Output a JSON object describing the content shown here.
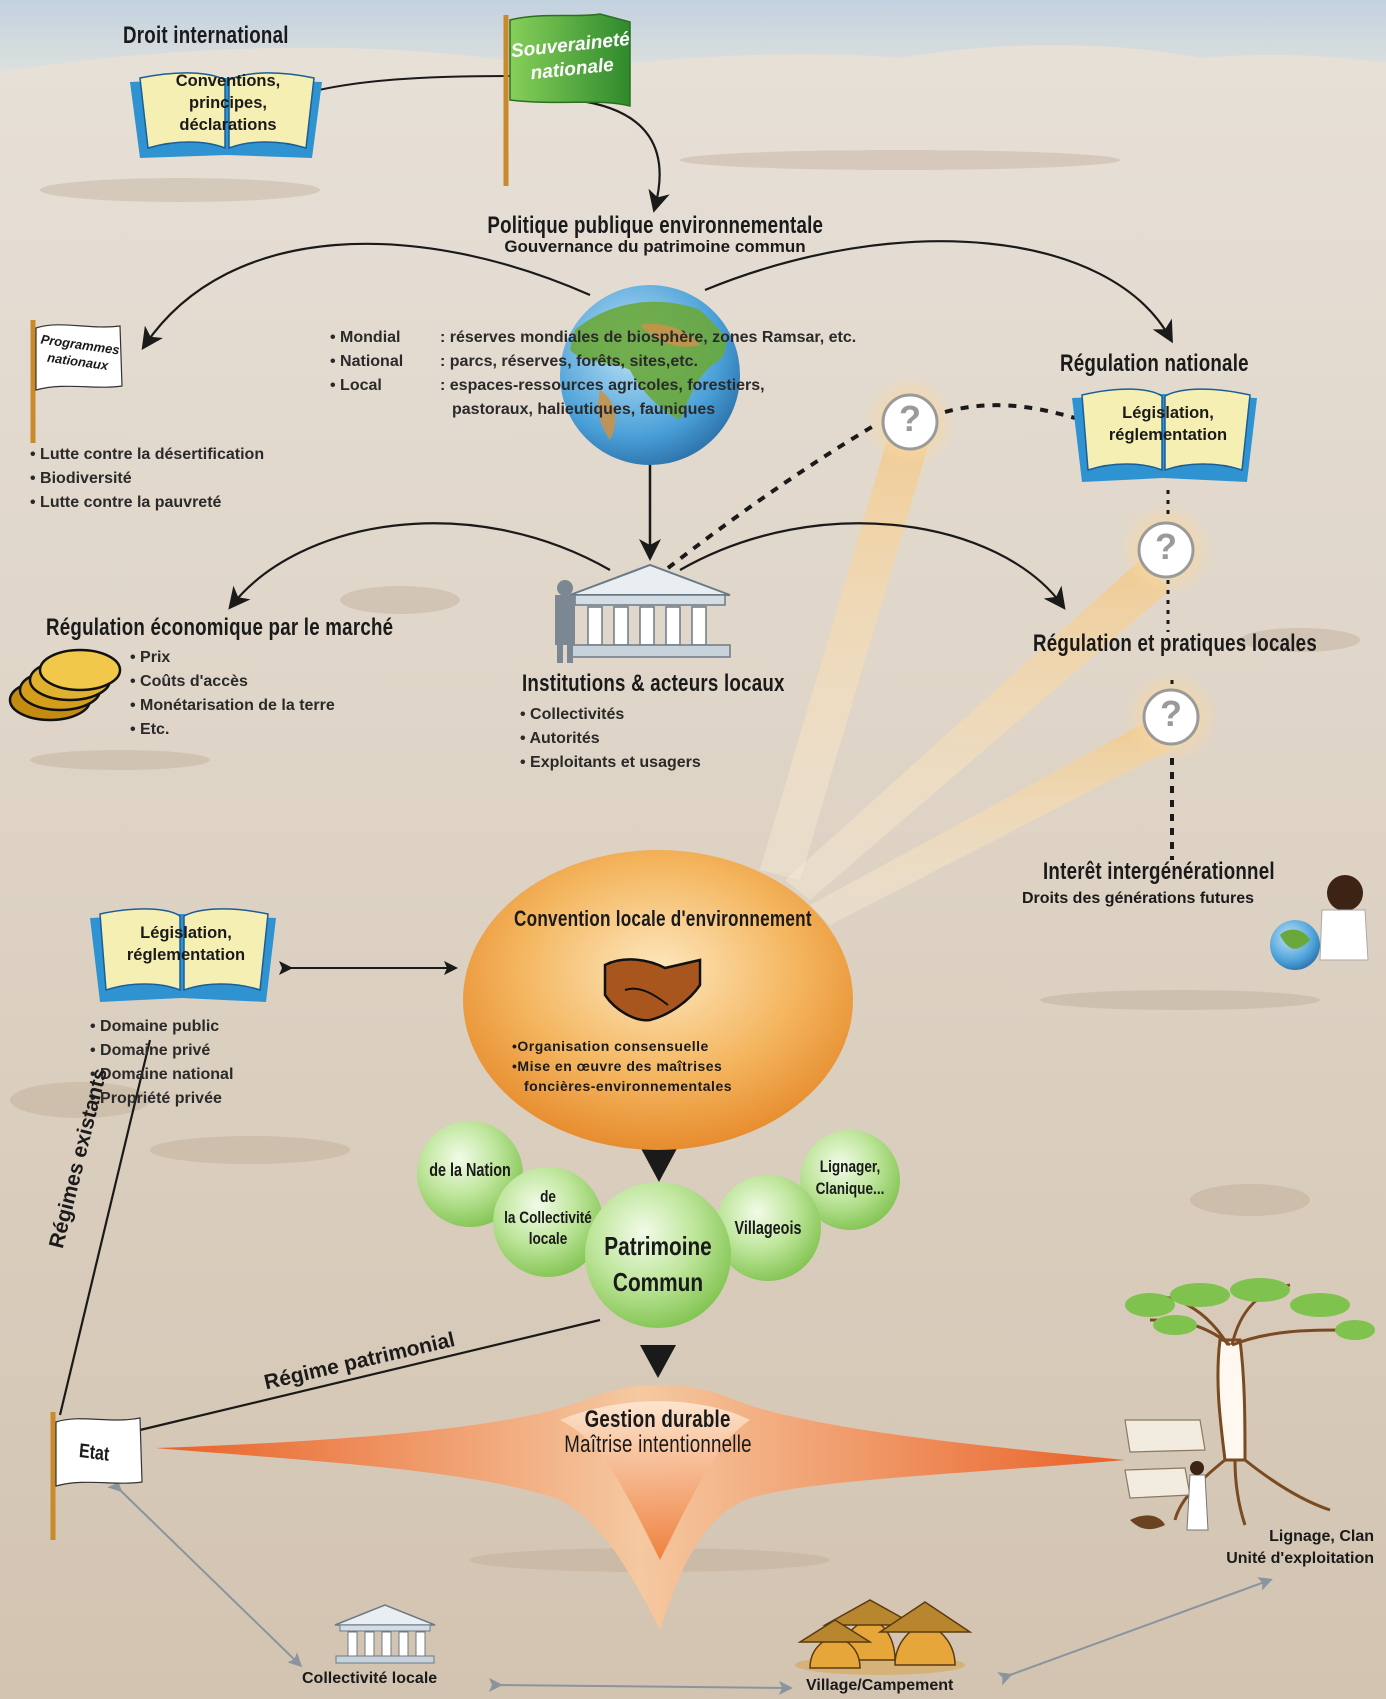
{
  "top": {
    "droit_international": "Droit international",
    "book_conventions": [
      "Conventions,",
      "principes,",
      "déclarations"
    ],
    "flag_souverainete": [
      "Souveraineté",
      "nationale"
    ],
    "politique_title": "Politique publique environnementale",
    "politique_subtitle": "Gouvernance du patrimoine commun"
  },
  "globe_levels": [
    {
      "level": "• Mondial",
      "text": ": réserves mondiales de biosphère, zones Ramsar, etc."
    },
    {
      "level": "• National",
      "text": ": parcs, réserves, forêts, sites,etc."
    },
    {
      "level": "• Local",
      "text": ": espaces-ressources agricoles, forestiers,"
    },
    {
      "level": "",
      "text": "pastoraux, halieutiques, fauniques"
    }
  ],
  "programmes": {
    "flag": [
      "Programmes",
      "nationaux"
    ],
    "items": [
      "• Lutte contre la désertification",
      "• Biodiversité",
      "• Lutte contre la pauvreté"
    ]
  },
  "regulation_nationale": {
    "title": "Régulation nationale",
    "book": [
      "Législation,",
      "réglementation"
    ]
  },
  "question_mark": "?",
  "institutions": {
    "title": "Institutions & acteurs locaux",
    "items": [
      "• Collectivités",
      "• Autorités",
      "• Exploitants et usagers"
    ]
  },
  "regulation_economique": {
    "title": "Régulation économique par le marché",
    "items": [
      "• Prix",
      "• Coûts d'accès",
      "• Monétarisation de la terre",
      "• Etc."
    ]
  },
  "regulation_locale": {
    "title": "Régulation et pratiques locales"
  },
  "interet": {
    "title": "Interêt intergénérationnel",
    "subtitle": "Droits des générations futures"
  },
  "legislation_left": {
    "book": [
      "Législation,",
      "réglementation"
    ],
    "items": [
      "• Domaine public",
      "• Domaine privé",
      "• Domaine national",
      "• Propriété privée"
    ]
  },
  "convention": {
    "title": "Convention locale d'environnement",
    "items": [
      "•Organisation consensuelle",
      "•Mise en œuvre des maîtrises",
      "foncières-environnementales"
    ]
  },
  "patrimoine_circles": {
    "nation": "de la Nation",
    "collectivite": [
      "de",
      "la Collectivité",
      "locale"
    ],
    "patrimoine": [
      "Patrimoine",
      "Commun"
    ],
    "villageois": "Villageois",
    "lignager": [
      "Lignager,",
      "Clanique..."
    ]
  },
  "regimes_existants": "Régimes existants",
  "regime_patrimonial": "Régime patrimonial",
  "gestion": {
    "title": "Gestion durable",
    "subtitle": "Maîtrise intentionnelle"
  },
  "bottom": {
    "etat": "Etat",
    "collectivite_locale": "Collectivité locale",
    "village": "Village/Campement",
    "lignage": [
      "Lignage, Clan",
      "Unité d'exploitation"
    ]
  },
  "colors": {
    "sand_light": "#e6ddd2",
    "sand_dark": "#c9b8a4",
    "sky": "#cfd8df",
    "book_page": "#f6efb4",
    "book_blue": "#2f93d2",
    "flag_green": "#4aa43a",
    "orange_oval": "#f2a54a",
    "green_circle": "#a8dc82",
    "gestion_orange": "#ef7a2c"
  }
}
